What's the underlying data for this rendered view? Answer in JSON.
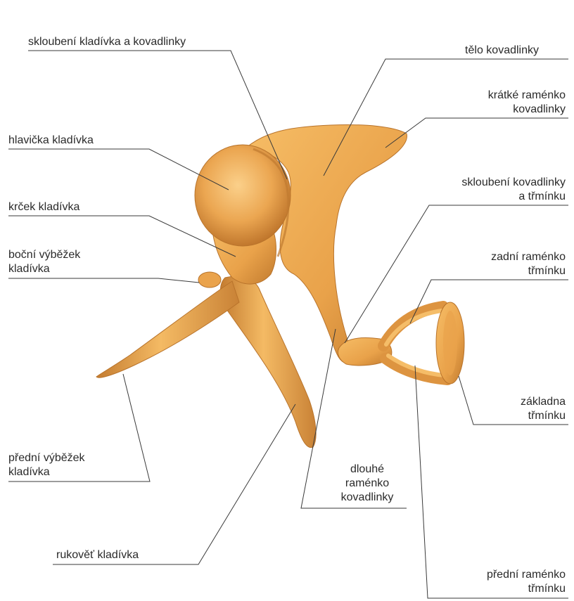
{
  "colors": {
    "bone_light": "#f7c36e",
    "bone_mid": "#e9a24a",
    "bone_dark": "#b86e26",
    "leader_line": "#3a3a3a"
  },
  "labels": {
    "malleus_incus_joint": "skloubení kladívka a kovadlinky",
    "body_of_incus": "tělo kovadlinky",
    "short_process_incus": "krátké raménko\nkovadlinky",
    "head_of_malleus": "hlavička kladívka",
    "incudostapedial_joint": "skloubení kovadlinky\na třmínku",
    "neck_of_malleus": "krček kladívka",
    "lateral_process_malleus": "boční výběžek\nkladívka",
    "posterior_crus_stapes": "zadní raménko\ntřmínku",
    "footplate_stapes": "základna\ntřmínku",
    "anterior_process_malleus": "přední výběžek\nkladívka",
    "long_process_incus": "dlouhé\nraménko\nkovadlinky",
    "handle_of_malleus": "rukověť kladívka",
    "anterior_crus_stapes": "přední raménko\ntřmínku"
  }
}
